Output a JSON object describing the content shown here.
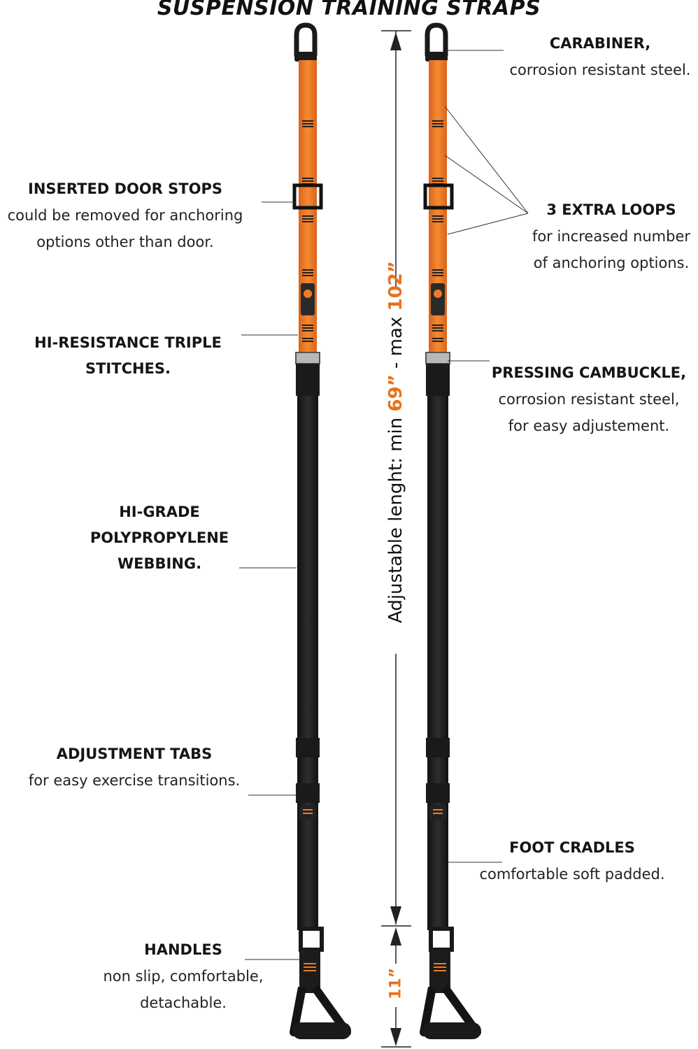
{
  "title": "SUSPENSION TRAINING STRAPS",
  "colors": {
    "strap_orange": "#f07a24",
    "webbing_black": "#1c1c1c",
    "text_orange": "#e8721c",
    "leader_line": "#333333"
  },
  "labels": {
    "carabiner": {
      "head": "CARABINER,",
      "desc": [
        "corrosion resistant steel."
      ]
    },
    "door_stops": {
      "head": "INSERTED DOOR STOPS",
      "desc": [
        "could be removed for anchoring",
        "options other than door."
      ]
    },
    "extra_loops": {
      "head": "3 EXTRA LOOPS",
      "desc": [
        "for increased number",
        "of anchoring options."
      ]
    },
    "stitches": {
      "head": [
        "HI-RESISTANCE TRIPLE",
        "STITCHES."
      ]
    },
    "cambuckle": {
      "head": "PRESSING CAMBUCKLE,",
      "desc": [
        "corrosion resistant steel,",
        "for easy adjustement."
      ]
    },
    "webbing": {
      "head": [
        "HI-GRADE",
        "POLYPROPYLENE",
        "WEBBING."
      ]
    },
    "adjustment_tabs": {
      "head": "ADJUSTMENT TABS",
      "desc": [
        "for easy exercise transitions."
      ]
    },
    "foot_cradles": {
      "head": "FOOT CRADLES",
      "desc": [
        "comfortable soft padded."
      ]
    },
    "handles": {
      "head": "HANDLES",
      "desc": [
        "non slip, comfortable,",
        "detachable."
      ]
    }
  },
  "dimension": {
    "prefix": "Adjustable lenght: min ",
    "min_value": "69”",
    "middle": " - max ",
    "max_value": "102”",
    "handle_length": "11”"
  }
}
